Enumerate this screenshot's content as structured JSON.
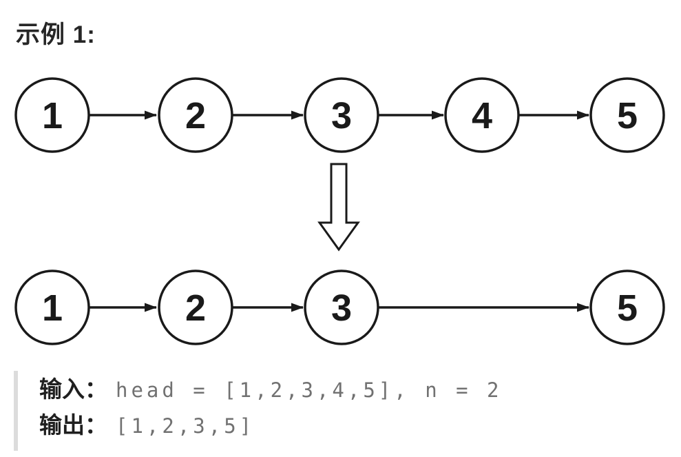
{
  "page": {
    "title": "示例 1:"
  },
  "colors": {
    "node_stroke": "#1a1a1a",
    "node_fill": "#ffffff",
    "node_text": "#1a1a1a",
    "highlight_fill": "#db2017",
    "highlight_text": "#ffffff",
    "label_text": "#1f1f1f",
    "value_text": "#717171",
    "quote_bar": "#dcdcdc"
  },
  "diagram": {
    "before": {
      "nodes": [
        "1",
        "2",
        "3",
        "4",
        "5"
      ],
      "highlight_index": 3
    },
    "after": {
      "nodes": [
        "1",
        "2",
        "3",
        "5"
      ]
    }
  },
  "example": {
    "input_label": "输入：",
    "input_value": "head = [1,2,3,4,5], n = 2",
    "output_label": "输出：",
    "output_value": "[1,2,3,5]"
  }
}
